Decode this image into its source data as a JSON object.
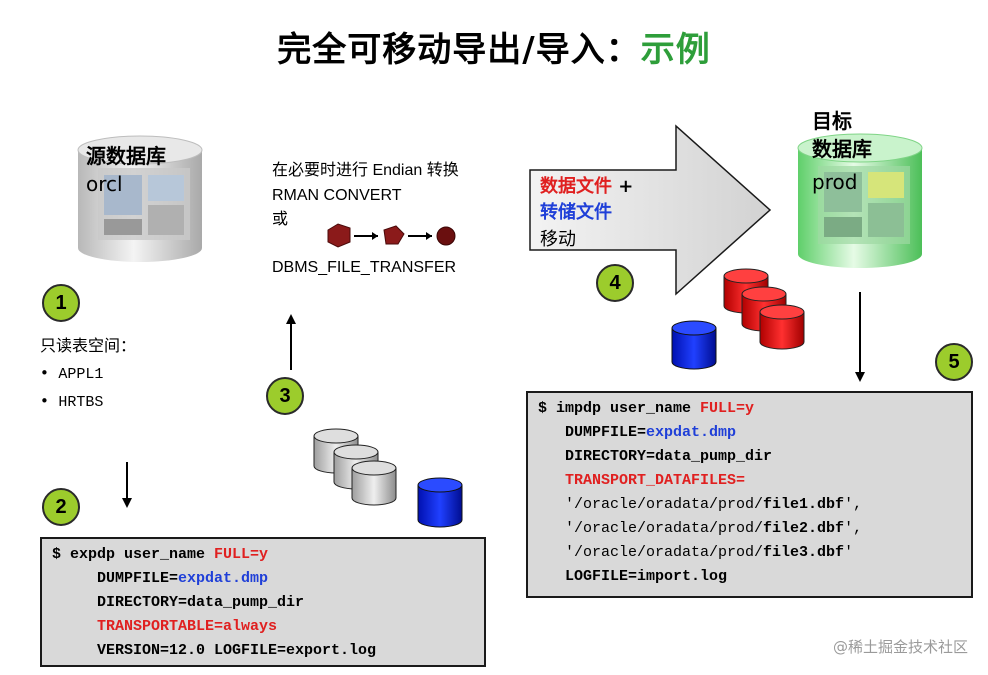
{
  "title": {
    "main": "完全可移动导出/导入：",
    "highlight": "示例"
  },
  "source_db": {
    "label": "源数据库",
    "name": "orcl"
  },
  "target_db": {
    "label_line1": "目标",
    "label_line2": "数据库",
    "name": "prod"
  },
  "convert_note": {
    "line1": "在必要时进行 Endian 转换",
    "line2": "RMAN CONVERT",
    "line3": "或",
    "line4": "DBMS_FILE_TRANSFER"
  },
  "move_arrow": {
    "part1": "数据文件",
    "plus": " +",
    "part2": "转储文件",
    "part3": "移动"
  },
  "steps": [
    "1",
    "2",
    "3",
    "4",
    "5"
  ],
  "readonly": {
    "heading": "只读表空间：",
    "items": [
      "APPL1",
      "HRTBS"
    ],
    "bullet": "•"
  },
  "export_cmd": {
    "l1_a": "$ expdp user_name ",
    "l1_b": "FULL=y",
    "l2_a": "     DUMPFILE=",
    "l2_b": "expdat.dmp",
    "l3": "     DIRECTORY=data_pump_dir",
    "l4": "     TRANSPORTABLE=always",
    "l5": "     VERSION=12.0 LOGFILE=export.log"
  },
  "import_cmd": {
    "l1_a": "$ impdp user_name ",
    "l1_b": "FULL=y",
    "l2_a": "   DUMPFILE=",
    "l2_b": "expdat.dmp",
    "l3": "   DIRECTORY=data_pump_dir",
    "l4": "   TRANSPORT_DATAFILES=",
    "l5_a": "   '/oracle/oradata/prod/",
    "l5_b": "file1.dbf",
    "l5_c": "',",
    "l6_a": "   '/oracle/oradata/prod/",
    "l6_b": "file2.dbf",
    "l6_c": "',",
    "l7_a": "   '/oracle/oradata/prod/",
    "l7_b": "file3.dbf",
    "l7_c": "'",
    "l8": "   LOGFILE=import.log"
  },
  "watermark": "@稀土掘金技术社区",
  "colors": {
    "green_circle": "#9ccc2c",
    "title_green": "#2e9e3a",
    "red": "#e02020",
    "blue": "#1f3fd8",
    "code_bg": "#d9d9d9"
  }
}
